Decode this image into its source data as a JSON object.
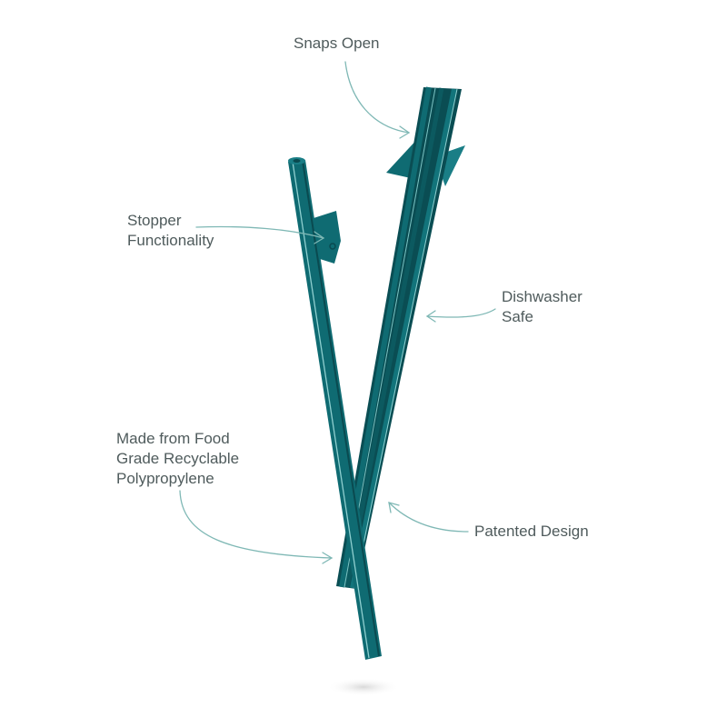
{
  "labels": {
    "snaps_open": [
      "Snaps Open"
    ],
    "stopper": [
      "Stopper",
      "Functionality"
    ],
    "dishwasher": [
      "Dishwasher",
      "Safe"
    ],
    "material": [
      "Made from Food",
      "Grade Recyclable",
      "Polypropylene"
    ],
    "patented": [
      "Patented Design"
    ]
  },
  "colors": {
    "straw": "#0f6b72",
    "straw_dark": "#0a4a50",
    "highlight": "#8fd0d0",
    "arrow": "#7fb8b5",
    "text": "#4f5b5c"
  }
}
